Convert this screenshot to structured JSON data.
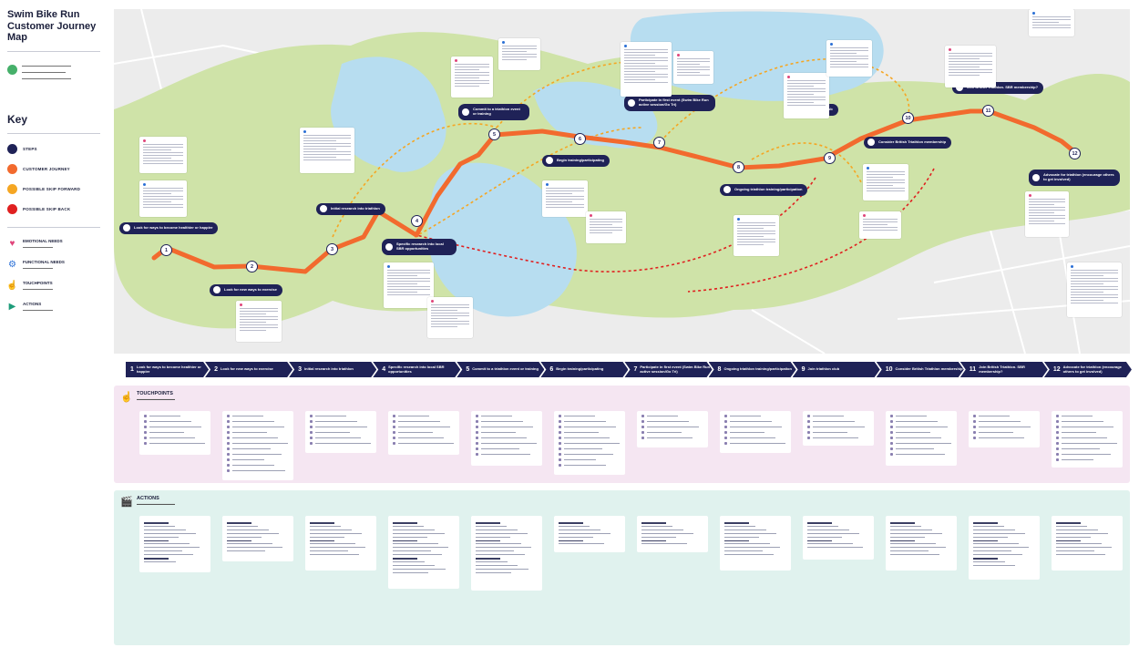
{
  "header": {
    "title": "Swim Bike Run Customer Journey Map"
  },
  "key": {
    "title": "Key",
    "items": [
      {
        "label": "STEPS",
        "color": "#1f2257"
      },
      {
        "label": "CUSTOMER JOURNEY",
        "color": "#f26a2e"
      },
      {
        "label": "POSSIBLE SKIP FORWARD",
        "color": "#f5a623"
      },
      {
        "label": "POSSIBLE SKIP BACK",
        "color": "#e02020"
      }
    ],
    "needs": [
      {
        "label": "EMOTIONAL NEEDS",
        "icon": "heart-icon",
        "color": "#e0457b"
      },
      {
        "label": "FUNCTIONAL NEEDS",
        "icon": "gear-icon",
        "color": "#2a6fd6"
      },
      {
        "label": "TOUCHPOINTS",
        "icon": "hand-icon",
        "color": "#6b3fa0"
      },
      {
        "label": "ACTIONS",
        "icon": "clapper-icon",
        "color": "#1e9c7a"
      }
    ]
  },
  "steps": [
    {
      "num": "1",
      "label": "Look for ways to become healthier or happier"
    },
    {
      "num": "2",
      "label": "Look for new ways to exercise"
    },
    {
      "num": "3",
      "label": "Initial research into triathlon"
    },
    {
      "num": "4",
      "label": "Specific research into local SBR opportunities"
    },
    {
      "num": "5",
      "label": "Commit to a triathlon event or training"
    },
    {
      "num": "6",
      "label": "Begin training/participating"
    },
    {
      "num": "7",
      "label": "Participate in first event (Swim Bike Run active session/Go Tri)"
    },
    {
      "num": "8",
      "label": "Ongoing triathlon training/participation"
    },
    {
      "num": "9",
      "label": "Join triathlon club"
    },
    {
      "num": "10",
      "label": "Consider British Triathlon membership"
    },
    {
      "num": "11",
      "label": "Join British Triathlon. SBR membership?"
    },
    {
      "num": "12",
      "label": "Advocate for triathlon (encourage others to get involved)"
    }
  ],
  "touchpoints": {
    "title": "TOUCHPOINTS"
  },
  "actions": {
    "title": "ACTIONS"
  },
  "colors": {
    "navy": "#1f2257",
    "journey": "#f26a2e",
    "skip_forward": "#f5a623",
    "skip_back": "#e02020",
    "green": "#cfe3a8",
    "water": "#b7ddf0"
  }
}
